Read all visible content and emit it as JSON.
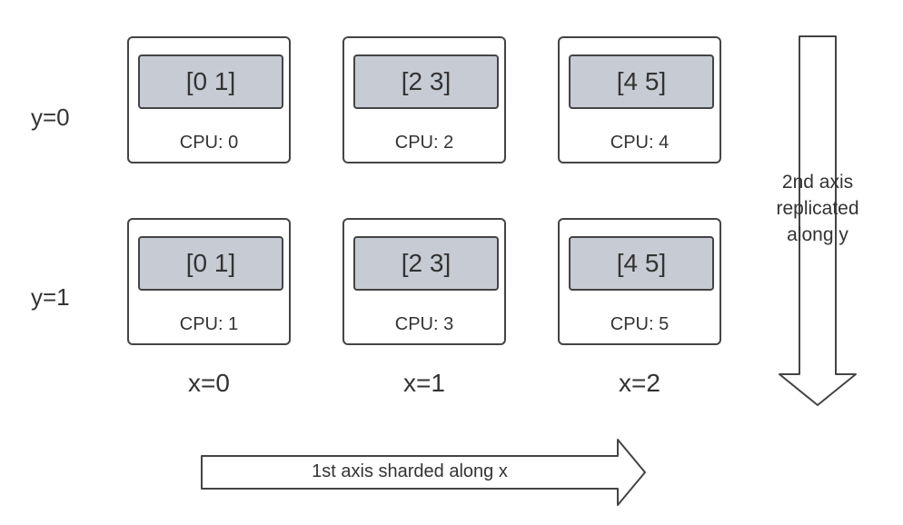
{
  "rows": [
    {
      "label": "y=0",
      "devices": [
        {
          "shard": "[0 1]",
          "cpu": "CPU: 0"
        },
        {
          "shard": "[2 3]",
          "cpu": "CPU: 2"
        },
        {
          "shard": "[4 5]",
          "cpu": "CPU: 4"
        }
      ]
    },
    {
      "label": "y=1",
      "devices": [
        {
          "shard": "[0 1]",
          "cpu": "CPU: 1"
        },
        {
          "shard": "[2 3]",
          "cpu": "CPU: 3"
        },
        {
          "shard": "[4 5]",
          "cpu": "CPU: 5"
        }
      ]
    }
  ],
  "columns": [
    "x=0",
    "x=1",
    "x=2"
  ],
  "arrows": {
    "horizontal_label": "1st axis sharded along x",
    "vertical_label_lines": [
      "2nd axis",
      "replicated",
      "along y"
    ]
  },
  "colors": {
    "shard_fill": "#c7cbd3",
    "stroke": "#444444",
    "text": "#333333"
  }
}
